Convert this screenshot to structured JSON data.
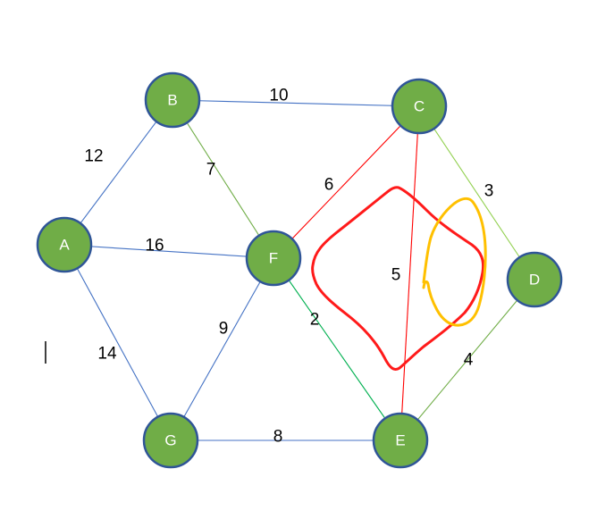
{
  "graph": {
    "nodes": [
      {
        "id": "A",
        "label": "A"
      },
      {
        "id": "B",
        "label": "B"
      },
      {
        "id": "C",
        "label": "C"
      },
      {
        "id": "D",
        "label": "D"
      },
      {
        "id": "E",
        "label": "E"
      },
      {
        "id": "F",
        "label": "F"
      },
      {
        "id": "G",
        "label": "G"
      }
    ],
    "edges": [
      {
        "from": "A",
        "to": "B",
        "weight": "12",
        "color": "#4472C4"
      },
      {
        "from": "B",
        "to": "C",
        "weight": "10",
        "color": "#4472C4"
      },
      {
        "from": "A",
        "to": "F",
        "weight": "16",
        "color": "#4472C4"
      },
      {
        "from": "B",
        "to": "F",
        "weight": "7",
        "color": "#70AD47"
      },
      {
        "from": "C",
        "to": "F",
        "weight": "6",
        "color": "#FF0000"
      },
      {
        "from": "C",
        "to": "D",
        "weight": "3",
        "color": "#92D050"
      },
      {
        "from": "C",
        "to": "E",
        "weight": "5",
        "color": "#FF0000"
      },
      {
        "from": "F",
        "to": "E",
        "weight": "2",
        "color": "#00B050"
      },
      {
        "from": "D",
        "to": "E",
        "weight": "4",
        "color": "#70AD47"
      },
      {
        "from": "A",
        "to": "G",
        "weight": "14",
        "color": "#4472C4"
      },
      {
        "from": "F",
        "to": "G",
        "weight": "9",
        "color": "#4472C4"
      },
      {
        "from": "G",
        "to": "E",
        "weight": "8",
        "color": "#4472C4"
      }
    ]
  },
  "colors": {
    "node_fill": "#70AD47",
    "node_border": "#2F5597",
    "red_scribble": "#FF1A1A",
    "orange_scribble": "#FFC000"
  }
}
